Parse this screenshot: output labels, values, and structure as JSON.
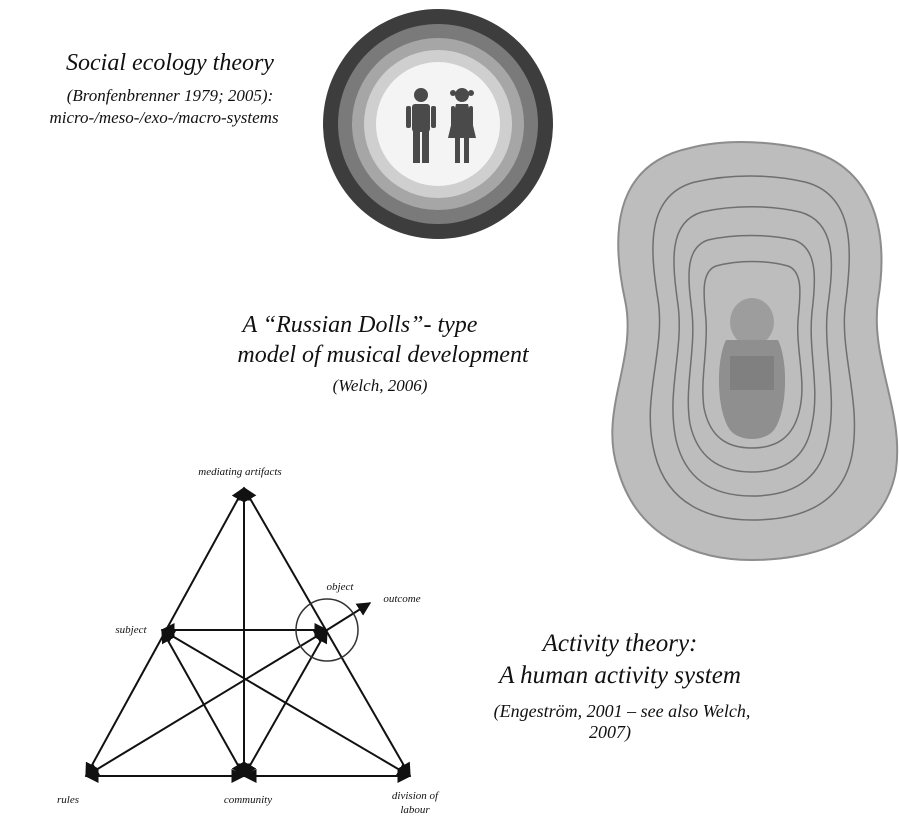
{
  "social_ecology": {
    "title": "Social ecology theory",
    "citation": "(Bronfenbrenner 1979; 2005):",
    "subtitle": "micro-/meso-/exo-/macro-systems"
  },
  "russian_dolls": {
    "title_line1": "A “Russian Dolls”- type",
    "title_line2": "model of musical development",
    "citation": "(Welch, 2006)"
  },
  "activity_theory": {
    "title_line1": "Activity theory:",
    "title_line2": "A human activity system",
    "citation_line1": "(Engeström, 2001 – see also Welch,",
    "citation_line2": "2007)",
    "nodes": {
      "mediating_artifacts": "mediating artifacts",
      "subject": "subject",
      "object": "object",
      "outcome": "outcome",
      "rules": "rules",
      "community": "community",
      "division_line1": "division of",
      "division_line2": "labour"
    }
  },
  "colors": {
    "ring_outer": "#3d3d3d",
    "ring_2": "#7a7a7a",
    "ring_3": "#a6a6a6",
    "ring_4": "#cfcfcf",
    "center": "#f4f4f4",
    "figure": "#4a4a4a",
    "doll_fill": "#bdbdbd",
    "lines": "#111111"
  },
  "icons": [
    "male-figure-icon",
    "female-figure-icon",
    "russian-doll-icon"
  ]
}
